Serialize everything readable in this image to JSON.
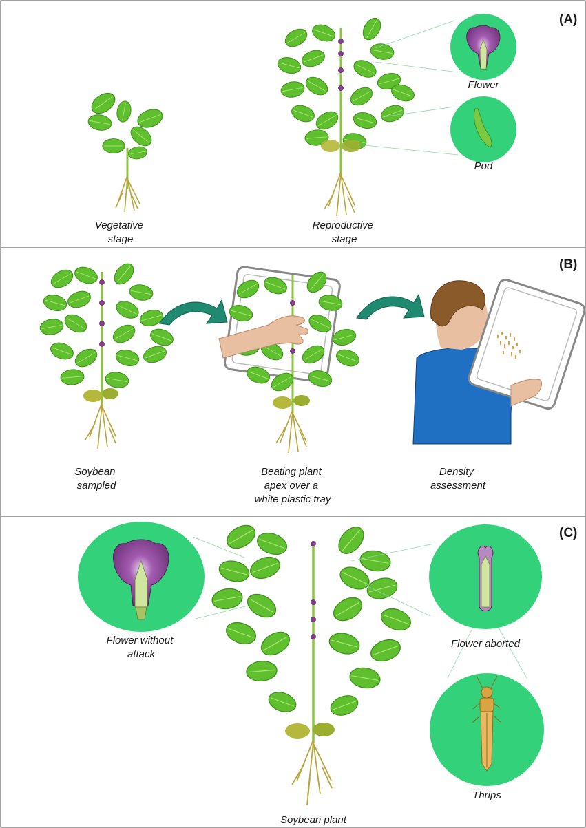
{
  "panels": [
    {
      "label": "(A)",
      "captions": [
        {
          "id": "vegetative",
          "lines": [
            "Vegetative",
            "stage"
          ]
        },
        {
          "id": "reproductive",
          "lines": [
            "Reproductive",
            "stage"
          ]
        },
        {
          "id": "flower",
          "lines": [
            "Flower"
          ]
        },
        {
          "id": "pod",
          "lines": [
            "Pod"
          ]
        }
      ]
    },
    {
      "label": "(B)",
      "captions": [
        {
          "id": "sampled",
          "lines": [
            "Soybean",
            "sampled"
          ]
        },
        {
          "id": "beating",
          "lines": [
            "Beating plant",
            "apex over a",
            "white plastic tray"
          ]
        },
        {
          "id": "density",
          "lines": [
            "Density",
            "assessment"
          ]
        }
      ]
    },
    {
      "label": "(C)",
      "captions": [
        {
          "id": "no-attack",
          "lines": [
            "Flower without",
            "attack"
          ]
        },
        {
          "id": "aborted",
          "lines": [
            "Flower aborted"
          ]
        },
        {
          "id": "thrips",
          "lines": [
            "Thrips"
          ]
        },
        {
          "id": "soybean-plant",
          "lines": [
            "Soybean plant"
          ]
        }
      ]
    }
  ],
  "colors": {
    "leaf": "#5fbf2e",
    "leaf_dark": "#3f8f1c",
    "stem": "#8cc63f",
    "root": "#b8a43a",
    "bubble": "#33d17a",
    "flower": "#8a3d8f",
    "pod": "#7ac943",
    "shirt": "#1f6fc2",
    "hair": "#8b5a2b",
    "skin": "#e8bfa0",
    "arrow": "#1f8a70",
    "thrips": "#d9a441"
  }
}
